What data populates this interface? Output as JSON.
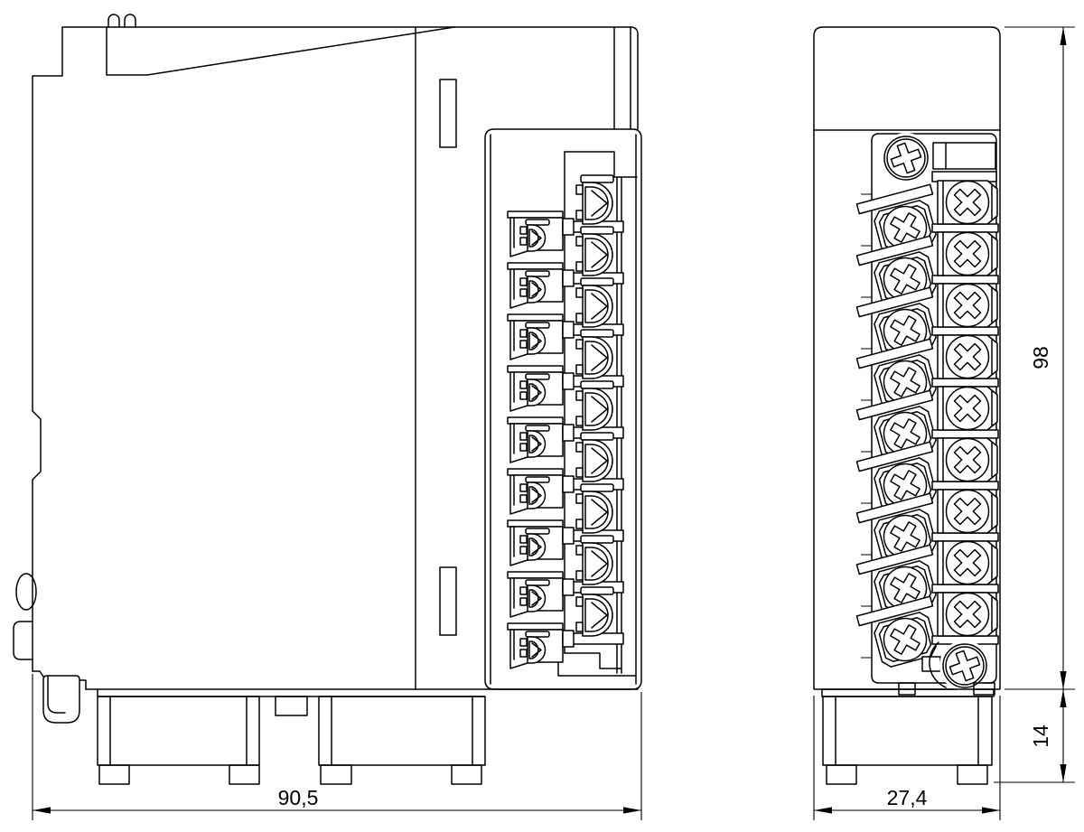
{
  "drawing": {
    "background": "#ffffff",
    "line_color": "#000000",
    "views": {
      "side": {
        "label_width": "90,5"
      },
      "front": {
        "label_width": "27,4",
        "label_height": "98",
        "label_base_height": "14"
      }
    }
  }
}
